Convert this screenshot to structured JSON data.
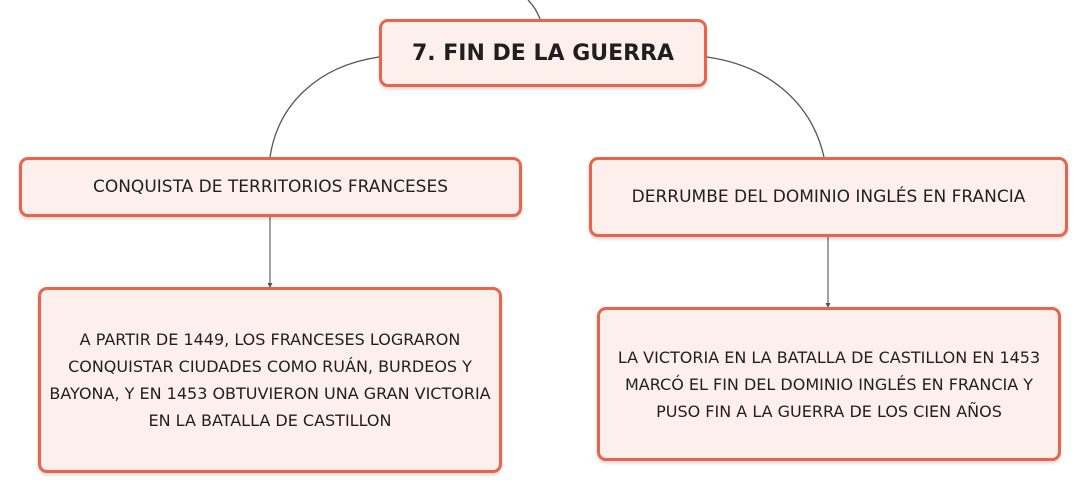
{
  "colors": {
    "node_border": "#e8644a",
    "node_fill": "#fdf0ec",
    "connector": "#555555",
    "text": "#1f1f1f"
  },
  "root": {
    "label": "7. FIN DE LA GUERRA"
  },
  "branches": [
    {
      "topic": "CONQUISTA DE TERRITORIOS FRANCESES",
      "detail": "A PARTIR DE 1449, LOS FRANCESES LOGRARON CONQUISTAR CIUDADES COMO RUÁN, BURDEOS Y BAYONA, Y EN 1453 OBTUVIERON UNA GRAN VICTORIA EN LA BATALLA DE CASTILLON"
    },
    {
      "topic": "DERRUMBE DEL DOMINIO INGLÉS EN FRANCIA",
      "detail": "LA VICTORIA EN LA BATALLA DE CASTILLON EN 1453 MARCÓ EL FIN DEL DOMINIO INGLÉS EN FRANCIA Y PUSO FIN A LA GUERRA DE LOS CIEN AÑOS"
    }
  ]
}
